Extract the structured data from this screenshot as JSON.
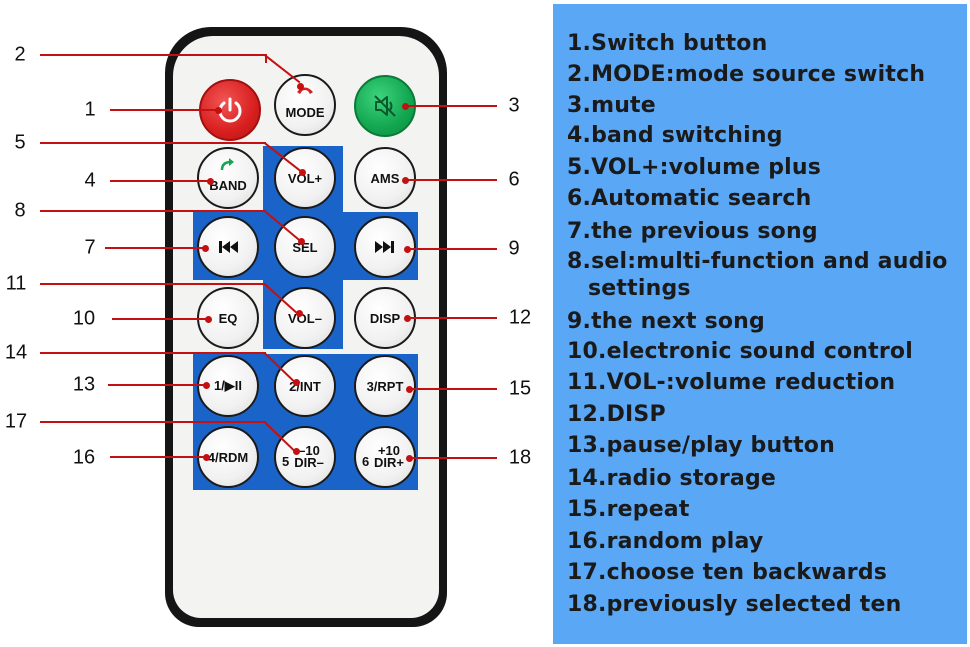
{
  "callouts": [
    {
      "n": "1"
    },
    {
      "n": "2"
    },
    {
      "n": "3"
    },
    {
      "n": "4"
    },
    {
      "n": "5"
    },
    {
      "n": "6"
    },
    {
      "n": "7"
    },
    {
      "n": "8"
    },
    {
      "n": "9"
    },
    {
      "n": "10"
    },
    {
      "n": "11"
    },
    {
      "n": "12"
    },
    {
      "n": "13"
    },
    {
      "n": "14"
    },
    {
      "n": "15"
    },
    {
      "n": "16"
    },
    {
      "n": "17"
    },
    {
      "n": "18"
    }
  ],
  "buttons": {
    "power": {
      "icon": "power-icon"
    },
    "mode": {
      "label": "MODE",
      "icon": "phone-icon"
    },
    "mute": {
      "icon": "speaker-mute-icon"
    },
    "band": {
      "label": "BAND",
      "icon": "arrow-icon"
    },
    "vol_plus": {
      "label": "VOL+"
    },
    "ams": {
      "label": "AMS"
    },
    "prev": {
      "icon": "skip-previous-icon"
    },
    "sel": {
      "label": "SEL"
    },
    "next": {
      "icon": "skip-next-icon"
    },
    "eq": {
      "label": "EQ"
    },
    "vol_minus": {
      "label": "VOL–"
    },
    "disp": {
      "label": "DISP"
    },
    "b1": {
      "label": "1/▶II"
    },
    "b2": {
      "label": "2/INT"
    },
    "b3": {
      "label": "3/RPT"
    },
    "b4": {
      "label": "4/RDM"
    },
    "b5": {
      "num": "5",
      "top": "–10",
      "bottom": "DIR–"
    },
    "b6": {
      "num": "6",
      "top": "+10",
      "bottom": "DIR+"
    }
  },
  "legend": {
    "items": [
      "1.Switch button",
      "2.MODE:mode source switch",
      "3.mute",
      "4.band switching",
      "5.VOL+:volume plus",
      "6.Automatic search",
      "7.the previous song",
      "8.sel:multi-function and audio",
      "9.the next song",
      "10.electronic sound control",
      "11.VOL-:volume reduction",
      "12.DISP",
      "13.pause/play button",
      "14.radio storage",
      "15.repeat",
      "16.random play",
      "17.choose ten backwards",
      "18.previously selected ten"
    ],
    "item8_cont": "settings"
  },
  "colors": {
    "remote_body": "#151515",
    "remote_face": "#f3f3f1",
    "panel_blue": "#1a63c8",
    "power_red": "#d81f1f",
    "mute_green": "#13a650",
    "leader_red": "#c41010",
    "legend_bg": "#5aa7f5"
  }
}
